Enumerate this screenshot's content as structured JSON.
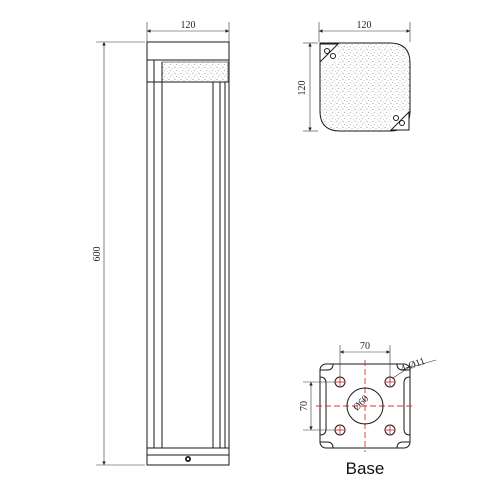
{
  "front_view": {
    "width_label": "120",
    "height_label": "600"
  },
  "top_view": {
    "width_label": "120",
    "height_label": "120"
  },
  "base_view": {
    "hole_spacing_x_label": "70",
    "hole_spacing_y_label": "70",
    "center_hole_label": "Ø60",
    "mount_hole_label": "4-Ø11",
    "caption": "Base"
  },
  "colors": {
    "line": "#1a1a1a",
    "centerline": "#e03030"
  }
}
